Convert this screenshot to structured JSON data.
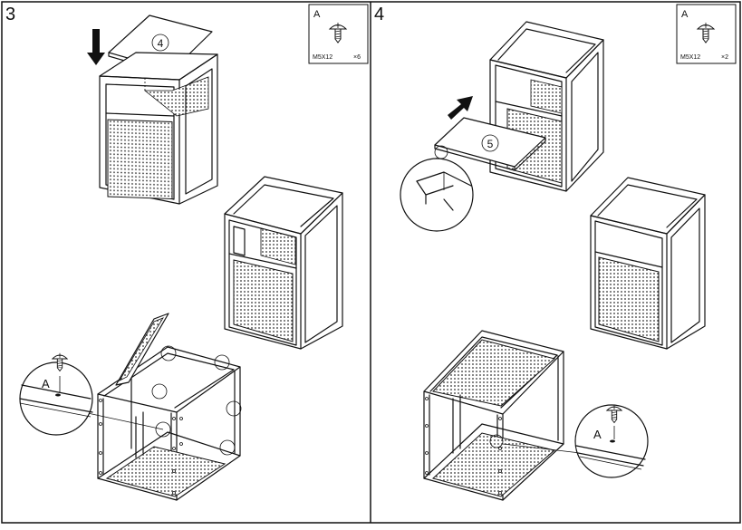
{
  "steps": [
    {
      "number": "3",
      "panel_number": "4",
      "part": {
        "label": "A",
        "code": "M5X12",
        "qty": "×6",
        "icon": "screw-icon"
      }
    },
    {
      "number": "4",
      "panel_number": "5",
      "part": {
        "label": "A",
        "code": "M5X12",
        "qty": "×2",
        "icon": "screw-icon"
      }
    }
  ]
}
